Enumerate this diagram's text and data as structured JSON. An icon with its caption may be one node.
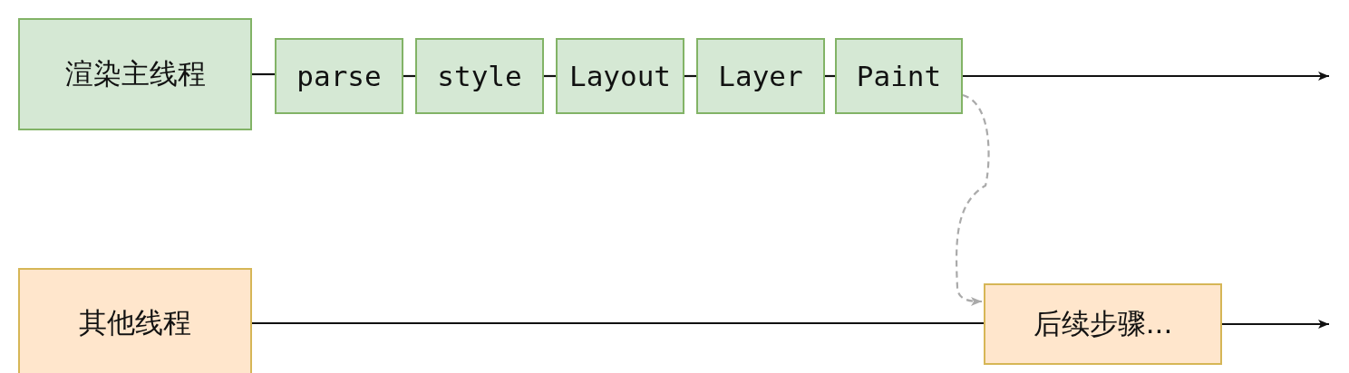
{
  "diagram": {
    "nodes": [
      {
        "text": [
          "渲染主线程"
        ]
      },
      {
        "text": [
          "parse"
        ]
      },
      {
        "text": [
          "style"
        ]
      },
      {
        "text": [
          "Layout"
        ]
      },
      {
        "text": [
          "Layer"
        ]
      },
      {
        "text": [
          "Paint"
        ]
      },
      {
        "text": [
          "其他线程"
        ]
      },
      {
        "text": [
          "后续步骤..."
        ]
      }
    ],
    "edges": [
      {
        "from": 0,
        "to": 1,
        "arrow": "none"
      },
      {
        "from": 1,
        "to": 2,
        "arrow": "none"
      },
      {
        "from": 2,
        "to": 3,
        "arrow": "none"
      },
      {
        "from": 3,
        "to": 4,
        "arrow": "none"
      },
      {
        "from": 4,
        "to": 5,
        "arrow": "none"
      },
      {
        "from": 5,
        "to": null,
        "arrow": "to"
      },
      {
        "from": 5,
        "to": 7,
        "arrow": "to",
        "style": "dashed",
        "color": "#aaaaaa"
      },
      {
        "from": 6,
        "to": 7,
        "arrow": "none"
      },
      {
        "from": 7,
        "to": null,
        "arrow": "to"
      }
    ]
  }
}
